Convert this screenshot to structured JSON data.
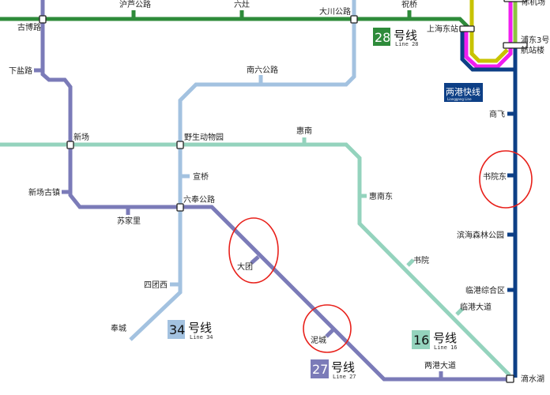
{
  "colors": {
    "line28": "#2e8b3a",
    "line27": "#7b7bb8",
    "line34": "#a3c2e0",
    "line16": "#94d3bd",
    "lianggang": "#0d3f86",
    "magenta": "#f01ef0",
    "yellow": "#c8c300",
    "lime": "#8dc63f",
    "highlight": "#e8201a"
  },
  "stations": {
    "gubo": "古博路",
    "hulu": "沪芦公路",
    "liuzao": "六灶",
    "dachuan": "大川公路",
    "zhuqiao": "祝桥",
    "shdong": "上海东站",
    "airport": "际机场",
    "pudong3a": "浦东3号",
    "pudong3b": "航站楼",
    "xiayan": "下盐路",
    "nanliu": "南六公路",
    "xinchang": "新场",
    "yesheng": "野生动物园",
    "huinan": "惠南",
    "shangfei": "商飞",
    "xuanqiao": "宣桥",
    "shuyuandong": "书院东",
    "xcgz": "新场古镇",
    "liufeng": "六奉公路",
    "huinandong": "惠南东",
    "sujiali": "苏家里",
    "binhai": "滨海森林公园",
    "datuan": "大团",
    "shuyuan": "书院",
    "situanxi": "四团西",
    "lingangzh": "临港综合区",
    "lingangdd": "临港大道",
    "fengcheng": "奉城",
    "nicheng": "泥城",
    "lianggangdd": "两港大道",
    "dishuihu": "滴水湖"
  },
  "badges": {
    "l28": {
      "num": "28",
      "hx": "号线",
      "en": "Line 28"
    },
    "l34": {
      "num": "34",
      "hx": "号线",
      "en": "Line 34"
    },
    "l27": {
      "num": "27",
      "hx": "号线",
      "en": "Line 27"
    },
    "l16": {
      "num": "16",
      "hx": "号线",
      "en": "Line 16"
    },
    "lg": {
      "name": "两港快线",
      "en": "Lianggang Line"
    }
  }
}
